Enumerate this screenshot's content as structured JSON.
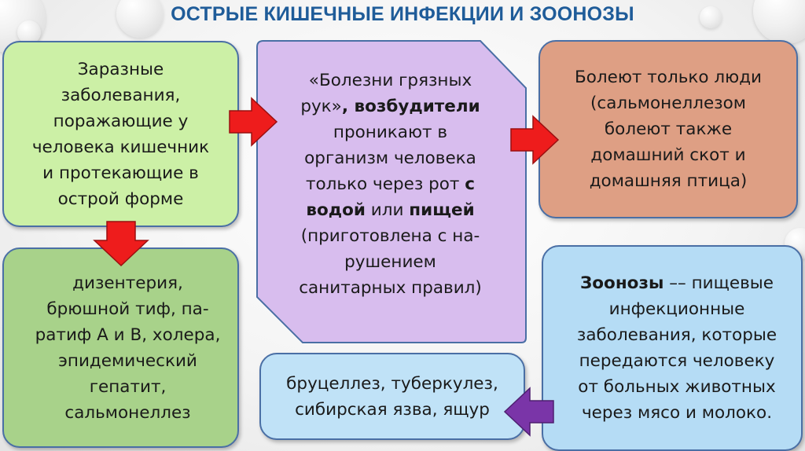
{
  "title": "ОСТРЫЕ КИШЕЧНЫЕ ИНФЕКЦИИ И ЗООНОЗЫ",
  "box_definition": {
    "text": "Заразные\nзаболевания,\nпоражающие у\nчеловека кишечник\nи протекающие в\nострой форме"
  },
  "box_examples": {
    "text": "дизентерия,\nбрюшной тиф, па-\nратиф А и В, холера,\nэпидемический\nгепатит,\nсальмонеллез"
  },
  "box_transmission": {
    "line1": "«Болезни грязных",
    "line2_a": "рук»",
    "line2_b": ", возбудители",
    "line3": "проникают в",
    "line4": "организм человека",
    "line5_a": "только через рот ",
    "line5_b": "с",
    "line6_a": "водой",
    "line6_b": " или ",
    "line6_c": "пищей",
    "line7": "(приготовлена с на-",
    "line8": "рушением",
    "line9": "санитарных правил)"
  },
  "box_humans": {
    "text": "Болеют только люди\n(сальмонеллезом\nболеют также\nдомашний скот и\nдомашняя птица)"
  },
  "box_zoonoses": {
    "term": "Зоонозы",
    "text_rest": " –– пищевые\nинфекционные\nзаболевания, которые\nпередаются человеку\nот больных животных\nчерез мясо и молоко."
  },
  "box_zoonoses_examples": {
    "text": "бруцеллез, туберкулез,\nсибирская язва, ящур"
  },
  "colors": {
    "title": "#1f5c99",
    "arrow_red": "#ee1c1c",
    "arrow_purple": "#7a35a8",
    "mid_box": "#d8bdee"
  }
}
